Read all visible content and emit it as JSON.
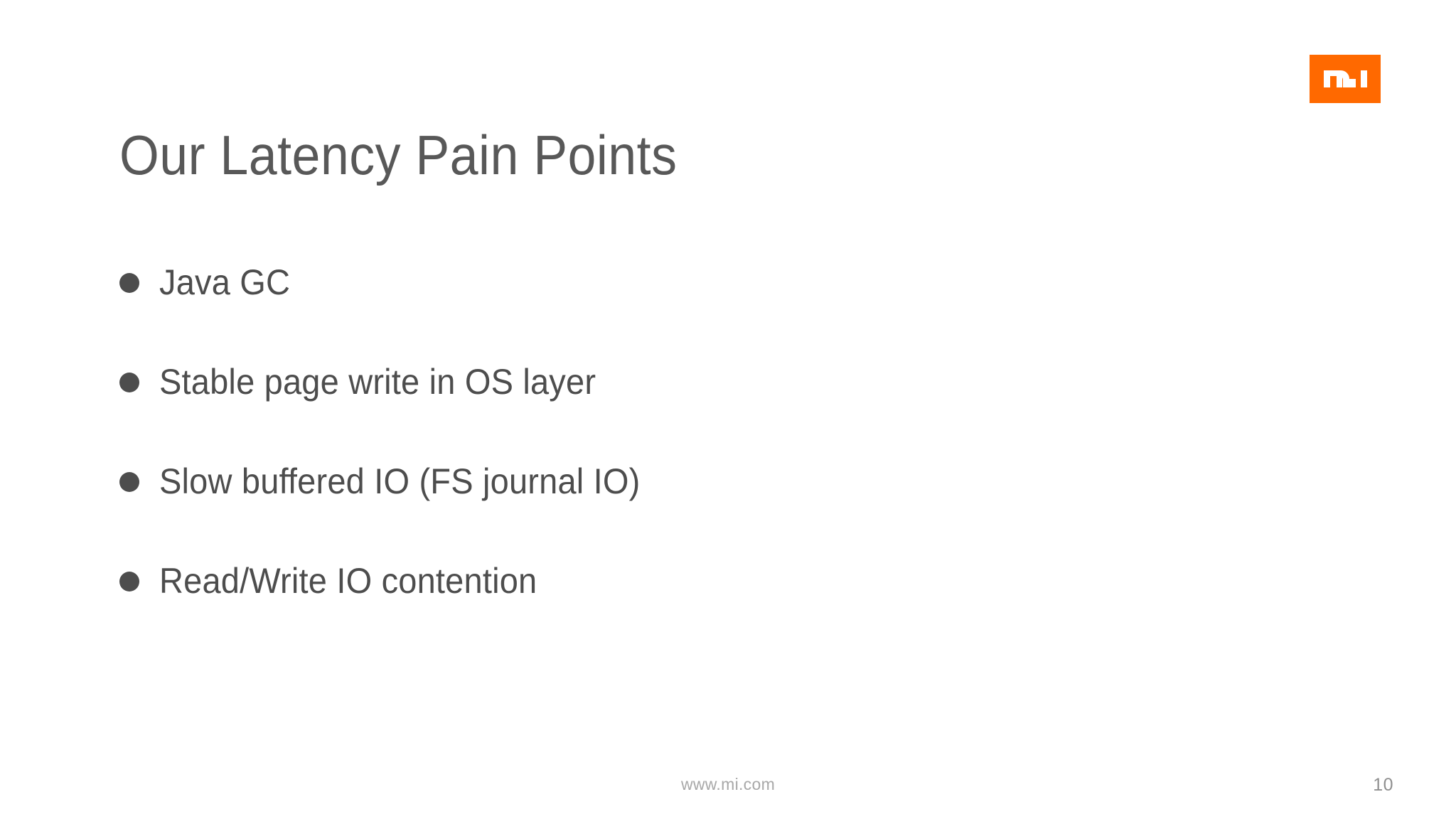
{
  "slide": {
    "title": "Our Latency Pain Points",
    "bullets": [
      {
        "text": "Java GC"
      },
      {
        "text": "Stable page write in OS layer"
      },
      {
        "text": "Slow buffered IO (FS journal IO)"
      },
      {
        "text": "Read/Write IO contention"
      }
    ]
  },
  "branding": {
    "logo_icon": "xiaomi-mi-logo-icon",
    "logo_wordmark": "mi",
    "logo_color": "#FF6900",
    "logo_glyph_color": "#FFFFFF"
  },
  "footer": {
    "url": "www.mi.com",
    "page_number": "10"
  },
  "colors": {
    "background": "#FFFFFF",
    "title_text": "#585858",
    "body_text": "#4D4D4D",
    "bullet_dot": "#4D4D4D",
    "footer_url_text": "#A8A8A8",
    "footer_page_text": "#8F8F8F"
  }
}
